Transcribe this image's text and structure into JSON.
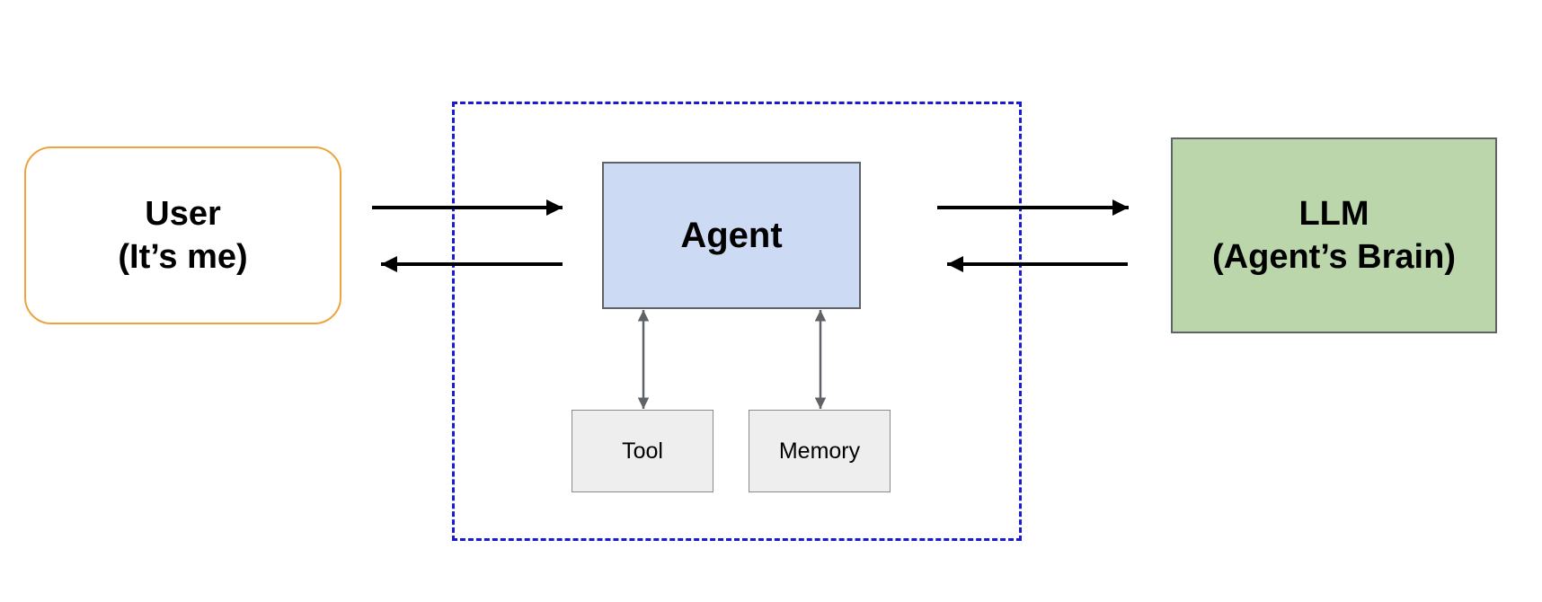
{
  "diagram": {
    "nodes": {
      "user": {
        "label": "User\n(It’s me)",
        "border_color": "#f0a23c",
        "fill_color": "#ffffff"
      },
      "agent": {
        "label": "Agent",
        "border_color": "#5f6368",
        "fill_color": "#ccdaf4"
      },
      "llm": {
        "label": "LLM\n(Agent’s Brain)",
        "border_color": "#5f6368",
        "fill_color": "#bcd6ab"
      },
      "tool": {
        "label": "Tool",
        "border_color": "#8a8a8a",
        "fill_color": "#eeeeee"
      },
      "memory": {
        "label": "Memory",
        "border_color": "#8a8a8a",
        "fill_color": "#eeeeee"
      }
    },
    "boundary": {
      "style": "dashed",
      "color": "#1a1ad6",
      "contains": [
        "agent",
        "tool",
        "memory"
      ]
    },
    "edges": [
      {
        "from": "user",
        "to": "agent",
        "style": "solid",
        "color": "#000000"
      },
      {
        "from": "agent",
        "to": "user",
        "style": "solid",
        "color": "#000000"
      },
      {
        "from": "agent",
        "to": "llm",
        "style": "solid",
        "color": "#000000"
      },
      {
        "from": "llm",
        "to": "agent",
        "style": "solid",
        "color": "#000000"
      },
      {
        "from": "agent",
        "to": "tool",
        "style": "bidirectional",
        "color": "#5f6368"
      },
      {
        "from": "agent",
        "to": "memory",
        "style": "bidirectional",
        "color": "#5f6368"
      }
    ]
  }
}
